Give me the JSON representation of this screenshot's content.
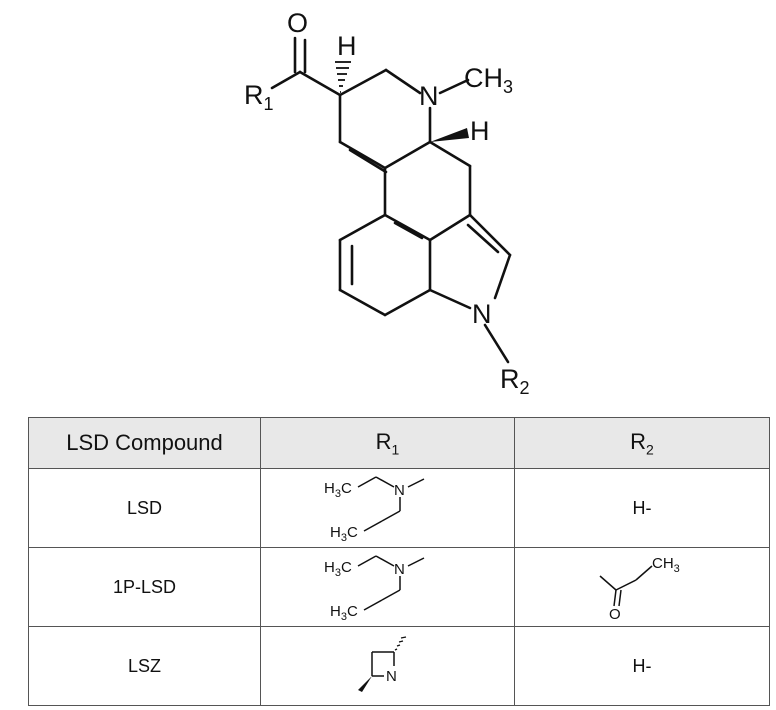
{
  "structure": {
    "atoms": {
      "oxygen": "O",
      "r1": "R",
      "r1_sub": "1",
      "h_top": "H",
      "n_ring": "N",
      "methyl": "CH",
      "methyl_sub": "3",
      "h_stereo": "H",
      "n_indole": "N",
      "r2": "R",
      "r2_sub": "2"
    }
  },
  "table": {
    "headers": {
      "compound": "LSD Compound",
      "r1": "R",
      "r1_sub": "1",
      "r2": "R",
      "r2_sub": "2"
    },
    "rows": [
      {
        "compound": "LSD",
        "r1_fragment": "diethylamide",
        "r2": "H-"
      },
      {
        "compound": "1P-LSD",
        "r1_fragment": "diethylamide",
        "r2_fragment": "propanoyl"
      },
      {
        "compound": "LSZ",
        "r1_fragment": "dimethylazetidide",
        "r2": "H-"
      }
    ],
    "fragment_labels": {
      "h3c": "H",
      "h3c_sub": "3",
      "c": "C",
      "n": "N",
      "ch": "CH",
      "ch_sub": "3",
      "o": "O"
    }
  }
}
